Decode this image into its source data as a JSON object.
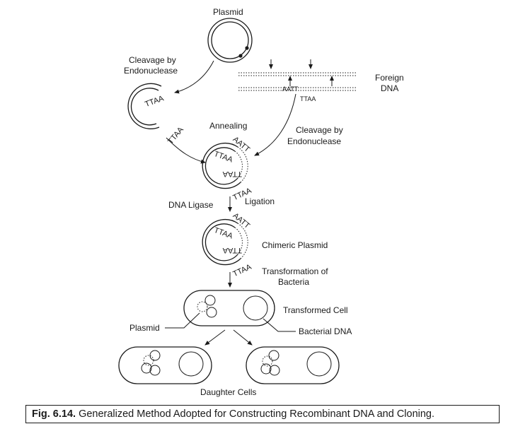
{
  "labels": {
    "plasmid_top": "Plasmid",
    "cleavage1_line1": "Cleavage by",
    "cleavage1_line2": "Endonuclease",
    "foreign_line1": "Foreign",
    "foreign_line2": "DNA",
    "aatt": "AATT",
    "ttaa": "TTAA",
    "annealing": "Annealing",
    "cleavage2_line1": "Cleavage by",
    "cleavage2_line2": "Endonuclease",
    "dna_ligase": "DNA Ligase",
    "ligation": "Ligation",
    "chimeric_plasmid": "Chimeric Plasmid",
    "transformation_line1": "Transformation of",
    "transformation_line2": "Bacteria",
    "transformed_cell": "Transformed Cell",
    "plasmid_cell": "Plasmid",
    "bacterial_dna": "Bacterial DNA",
    "daughter_cells": "Daughter Cells"
  },
  "caption": {
    "fig_number": "Fig. 6.14.",
    "text": "Generalized Method Adopted for Constructing Recombinant DNA and Cloning."
  }
}
